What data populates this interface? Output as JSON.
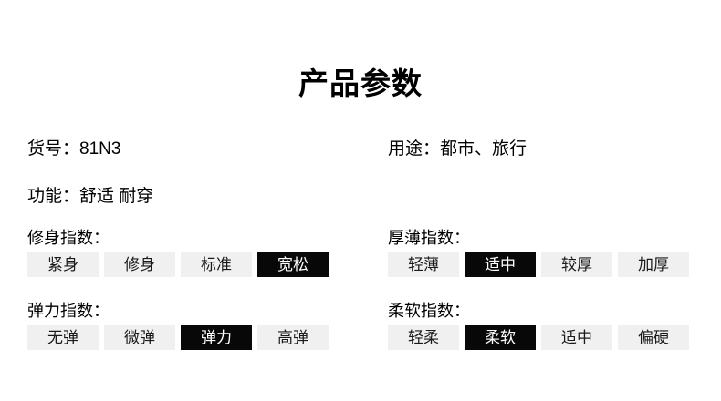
{
  "page": {
    "title": "产品参数",
    "background_color": "#ffffff",
    "pill_inactive_color": "#f0f0f0",
    "pill_active_color": "#080808",
    "pill_active_text_color": "#ffffff"
  },
  "info": {
    "item_no": {
      "label": "货号：",
      "value": "81N3"
    },
    "usage": {
      "label": "用途：",
      "value": "都市、旅行"
    },
    "function": {
      "label": "功能：",
      "value": "舒适 耐穿"
    }
  },
  "specs": [
    {
      "key": "fit",
      "label": "修身指数：",
      "options": [
        "紧身",
        "修身",
        "标准",
        "宽松"
      ],
      "selected_index": 3
    },
    {
      "key": "thickness",
      "label": "厚薄指数：",
      "options": [
        "轻薄",
        "适中",
        "较厚",
        "加厚"
      ],
      "selected_index": 1
    },
    {
      "key": "elasticity",
      "label": "弹力指数：",
      "options": [
        "无弹",
        "微弹",
        "弹力",
        "高弹"
      ],
      "selected_index": 2
    },
    {
      "key": "softness",
      "label": "柔软指数：",
      "options": [
        "轻柔",
        "柔软",
        "适中",
        "偏硬"
      ],
      "selected_index": 1
    }
  ]
}
